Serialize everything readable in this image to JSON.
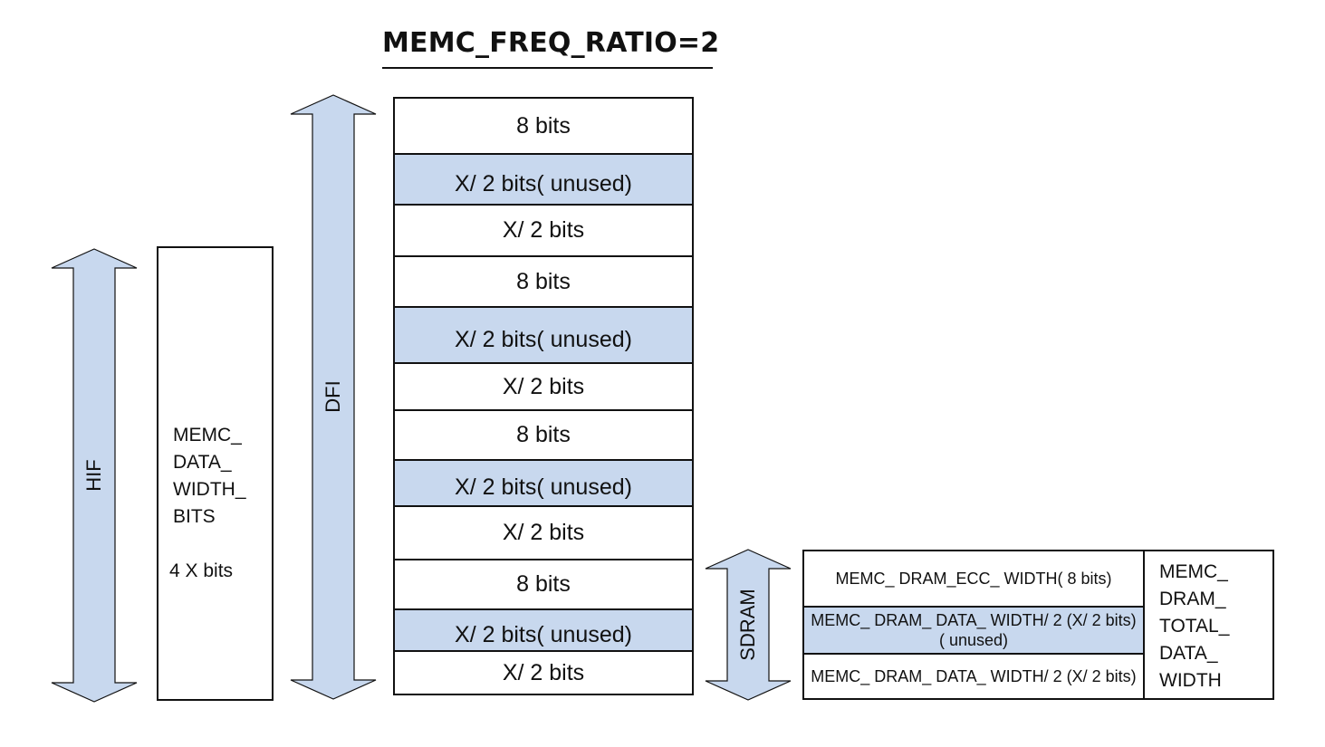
{
  "title": "MEMC_FREQ_RATIO=2",
  "colors": {
    "fill": "#c8d8ee",
    "stroke": "#111111"
  },
  "arrows": {
    "hif": "HIF",
    "dfi": "DFI",
    "sdram": "SDRAM"
  },
  "hif_box": {
    "label": "MEMC_\nDATA_\nWIDTH_\nBITS",
    "value": "4 X bits"
  },
  "dfi_rows": [
    {
      "label": "8 bits",
      "unused": false
    },
    {
      "label": "X/ 2  bits( unused)",
      "unused": true
    },
    {
      "label": "X/ 2 bits",
      "unused": false
    },
    {
      "label": "8 bits",
      "unused": false
    },
    {
      "label": "X/ 2  bits( unused)",
      "unused": true
    },
    {
      "label": "X/ 2 bits",
      "unused": false
    },
    {
      "label": "8 bits",
      "unused": false
    },
    {
      "label": "X/ 2  bits( unused)",
      "unused": true
    },
    {
      "label": "X/ 2 bits",
      "unused": false
    },
    {
      "label": "8 bits",
      "unused": false
    },
    {
      "label": "X/ 2  bits( unused)",
      "unused": true
    },
    {
      "label": "X/ 2 bits",
      "unused": false
    }
  ],
  "sdram_table": {
    "rows": [
      {
        "line1": "MEMC_ DRAM_ECC_ WIDTH( 8 bits)",
        "line2": "",
        "unused": false
      },
      {
        "line1": "MEMC_ DRAM_ DATA_ WIDTH/ 2 (X/ 2 bits)",
        "line2": "( unused)",
        "unused": true
      },
      {
        "line1": "MEMC_ DRAM_ DATA_ WIDTH/ 2 (X/ 2 bits)",
        "line2": "",
        "unused": false
      }
    ],
    "total_label": "MEMC_\nDRAM_\nTOTAL_\nDATA_\nWIDTH"
  }
}
